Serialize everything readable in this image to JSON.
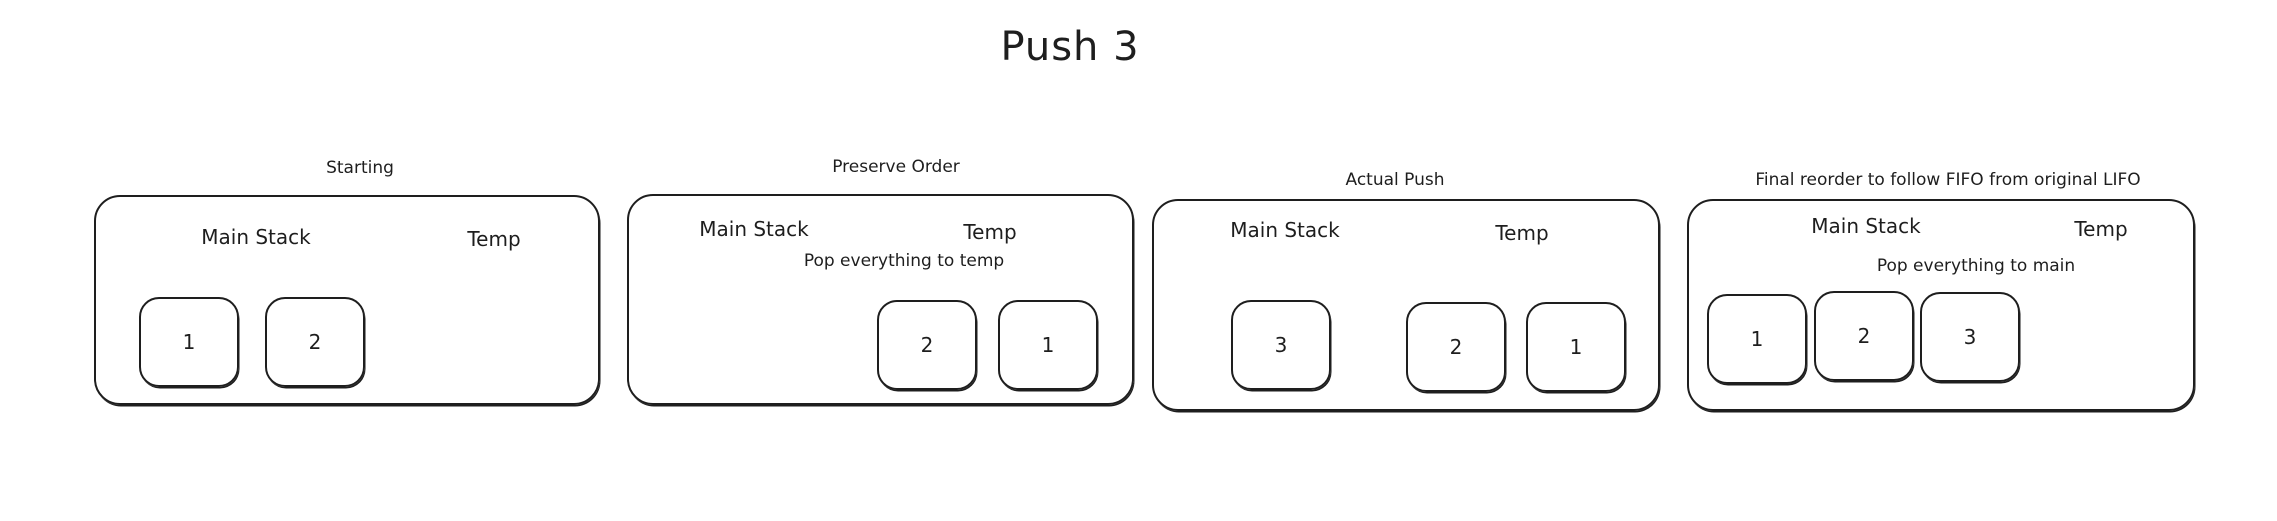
{
  "title": "Push 3",
  "panels": [
    {
      "caption": "Starting",
      "main_label": "Main Stack",
      "temp_label": "Temp",
      "items": [
        "1",
        "2"
      ]
    },
    {
      "caption": "Preserve Order",
      "main_label": "Main Stack",
      "temp_label": "Temp",
      "note": "Pop everything to temp",
      "items": [
        "2",
        "1"
      ]
    },
    {
      "caption": "Actual Push",
      "main_label": "Main Stack",
      "temp_label": "Temp",
      "items": [
        "3",
        "2",
        "1"
      ]
    },
    {
      "caption": "Final reorder to follow FIFO from original LIFO",
      "main_label": "Main Stack",
      "temp_label": "Temp",
      "note": "Pop everything to main",
      "items": [
        "1",
        "2",
        "3"
      ]
    }
  ]
}
